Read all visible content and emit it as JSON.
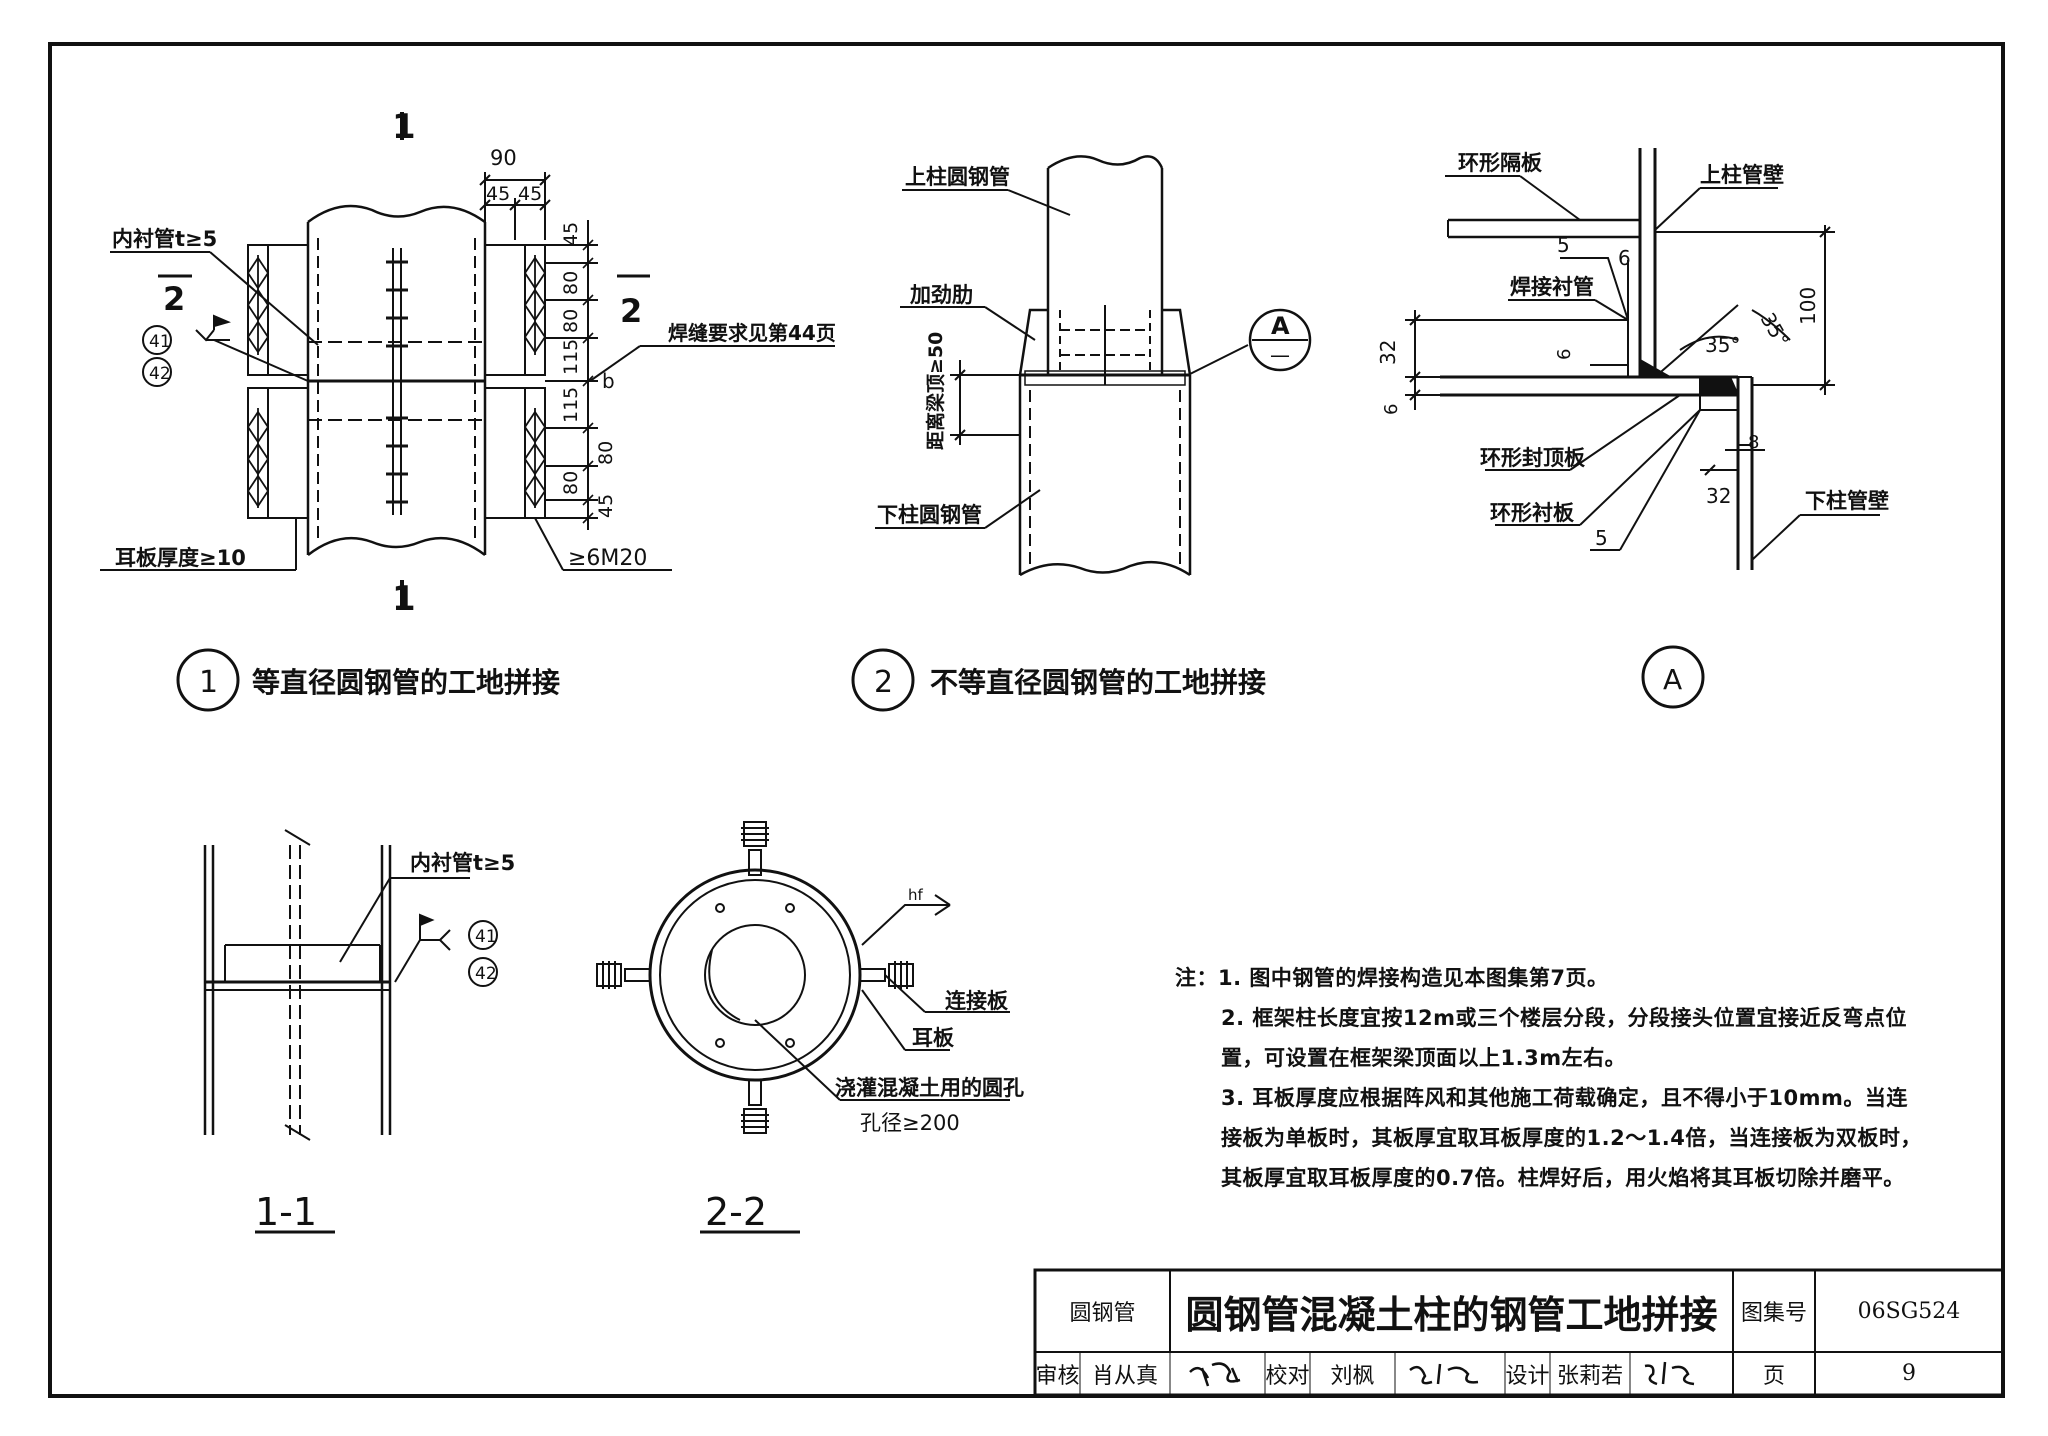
{
  "detail1": {
    "label_1a": "1",
    "label_1b": "1",
    "lining_tube": "内衬管t≥5",
    "section2_a": "2",
    "section2_b": "2",
    "weld_ref_41": "41",
    "weld_ref_42": "42",
    "weld_note": "焊缝要求见第44页",
    "weld_b": "b",
    "ear_plate": "耳板厚度≥10",
    "bolts": "≥6M20",
    "dims_top": [
      "90",
      "45",
      "45"
    ],
    "dims_side": [
      "45",
      "80",
      "80",
      "115",
      "115",
      "80",
      "80",
      "45"
    ],
    "caption_num": "1",
    "caption": "等直径圆钢管的工地拼接"
  },
  "detail2": {
    "upper_tube": "上柱圆钢管",
    "stiffener": "加劲肋",
    "dist_label": "距离梁顶≥50",
    "lower_tube": "下柱圆钢管",
    "ref_A": "A",
    "ref_dash": "—",
    "caption_num": "2",
    "caption": "不等直径圆钢管的工地拼接"
  },
  "detailA": {
    "ring_diaphragm": "环形隔板",
    "upper_wall": "上柱管壁",
    "weld_5": "5",
    "weld_6": "6",
    "weld_backing": "焊接衬管",
    "dim_100": "100",
    "dim_35a": "35°",
    "dim_35b": "35°",
    "dim_32": "32",
    "dim_6a": "6",
    "dim_6b": "6",
    "ring_cap": "环形封顶板",
    "ring_backing": "环形衬板",
    "dim_8": "8",
    "dim_32b": "32",
    "weld_5b": "5",
    "lower_wall": "下柱管壁",
    "caption": "A"
  },
  "section11": {
    "lining_tube": "内衬管t≥5",
    "weld_ref_41": "41",
    "weld_ref_42": "42",
    "caption": "1-1"
  },
  "section22": {
    "hf": "hf",
    "connecting_plate": "连接板",
    "ear_plate": "耳板",
    "pour_hole": "浇灌混凝土用的圆孔",
    "hole_dia": "孔径≥200",
    "caption": "2-2"
  },
  "notes": {
    "head": "注：",
    "l1": "1. 图中钢管的焊接构造见本图集第7页。",
    "l2": "2. 框架柱长度宜按12m或三个楼层分段，分段接头位置宜接近反弯点位",
    "l2b": "置，可设置在框架梁顶面以上1.3m左右。",
    "l3": "3. 耳板厚度应根据阵风和其他施工荷载确定，且不得小于10mm。当连",
    "l3b": "接板为单板时，其板厚宜取耳板厚度的1.2～1.4倍，当连接板为双板时，",
    "l3c": "其板厚宜取耳板厚度的0.7倍。柱焊好后，用火焰将其耳板切除并磨平。"
  },
  "title_block": {
    "category": "圆钢管",
    "title": "圆钢管混凝土柱的钢管工地拼接",
    "atlas_label": "图集号",
    "atlas_no": "06SG524",
    "review_label": "审核",
    "reviewer": "肖从真",
    "check_label": "校对",
    "checker": "刘枫",
    "design_label": "设计",
    "designer": "张莉若",
    "page_label": "页",
    "page_no": "9"
  }
}
